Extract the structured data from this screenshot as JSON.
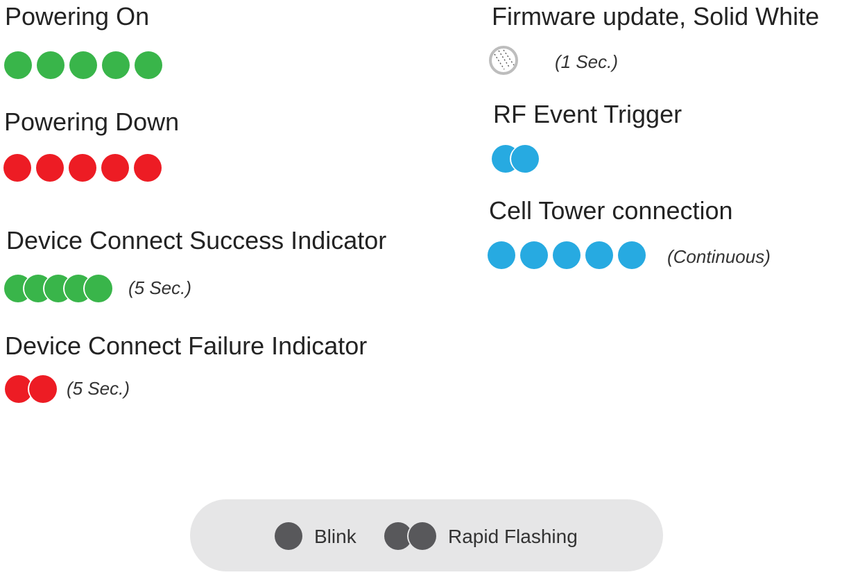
{
  "colors": {
    "green": "#39b54a",
    "red": "#ed1c24",
    "blue": "#27aae1",
    "white_ring": "#bdbdbd",
    "legend_bg": "#e6e6e7",
    "legend_dot": "#58585b"
  },
  "left_column": {
    "powering_on": {
      "title": "Powering On",
      "pattern": "blink",
      "count": 5,
      "color": "green"
    },
    "powering_down": {
      "title": "Powering Down",
      "pattern": "blink",
      "count": 5,
      "color": "red"
    },
    "connect_success": {
      "title": "Device Connect Success Indicator",
      "pattern": "rapid-flashing",
      "count": 5,
      "color": "green",
      "note": "(5 Sec.)"
    },
    "connect_failure": {
      "title": "Device Connect Failure Indicator",
      "pattern": "rapid-flashing",
      "count": 2,
      "color": "red",
      "note": "(5 Sec.)"
    }
  },
  "right_column": {
    "firmware_update": {
      "title": "Firmware update, Solid White",
      "pattern": "solid",
      "count": 1,
      "color": "white",
      "note": "(1 Sec.)"
    },
    "rf_event": {
      "title": "RF Event Trigger",
      "pattern": "rapid-flashing",
      "count": 2,
      "color": "blue"
    },
    "cell_tower": {
      "title": "Cell Tower connection",
      "pattern": "blink",
      "count": 5,
      "color": "blue",
      "note": "(Continuous)"
    }
  },
  "legend": {
    "blink_label": "Blink",
    "rapid_label": "Rapid Flashing"
  }
}
